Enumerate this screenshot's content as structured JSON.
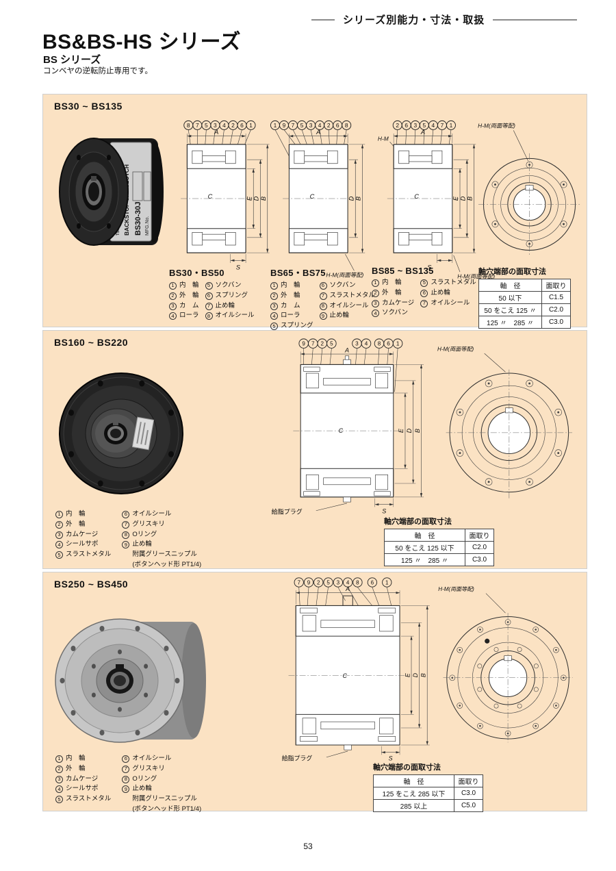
{
  "header": {
    "tab": "シリーズ別能力・寸法・取扱",
    "title": "BS&BS-HS シリーズ",
    "series": "BS シリーズ",
    "description": "コンベヤの逆転防止専用です。"
  },
  "labels": {
    "dim_a": "A",
    "dim_b": "B",
    "dim_c": "C",
    "dim_d": "D",
    "dim_e": "E",
    "dim_s": "S",
    "hm": "H-M",
    "hm_full": "H-M(両面等配)",
    "grease_plug": "給脂プラグ",
    "table_title": "軸穴端部の面取寸法",
    "table_col_shaft": "軸　径",
    "table_col_chamfer": "面取り"
  },
  "photo1": {
    "brand": "TSUBAKI",
    "product": "BACKSTOP CAMCLUTCH",
    "model": "BS30-30J",
    "mfg": "MFG.No.",
    "origin": "JAPAN"
  },
  "sections": [
    {
      "heading": "BS30 ~ BS135",
      "callouts1": [
        "8",
        "7",
        "5",
        "3",
        "4",
        "2",
        "6",
        "1"
      ],
      "callouts2": [
        "1",
        "9",
        "7",
        "5",
        "3",
        "4",
        "2",
        "6",
        "8"
      ],
      "callouts3": [
        "2",
        "6",
        "3",
        "5",
        "4",
        "7",
        "1"
      ],
      "groups": [
        {
          "title": "BS30・BS50",
          "col1": [
            {
              "n": "1",
              "t": "内　輪"
            },
            {
              "n": "2",
              "t": "外　輪"
            },
            {
              "n": "3",
              "t": "カ　ム"
            },
            {
              "n": "4",
              "t": "ローラ"
            }
          ],
          "col2": [
            {
              "n": "5",
              "t": "ソクバン"
            },
            {
              "n": "6",
              "t": "スプリング"
            },
            {
              "n": "7",
              "t": "止め輪"
            },
            {
              "n": "8",
              "t": "オイルシール"
            }
          ]
        },
        {
          "title": "BS65・BS75",
          "col1": [
            {
              "n": "1",
              "t": "内　輪"
            },
            {
              "n": "2",
              "t": "外　輪"
            },
            {
              "n": "3",
              "t": "カ　ム"
            },
            {
              "n": "4",
              "t": "ローラ"
            },
            {
              "n": "5",
              "t": "スプリング"
            }
          ],
          "col2": [
            {
              "n": "6",
              "t": "ソクバン"
            },
            {
              "n": "7",
              "t": "スラストメタル"
            },
            {
              "n": "8",
              "t": "オイルシール"
            },
            {
              "n": "9",
              "t": "止め輪"
            }
          ]
        },
        {
          "title": "BS85 ~ BS135",
          "col1": [
            {
              "n": "1",
              "t": "内　輪"
            },
            {
              "n": "2",
              "t": "外　輪"
            },
            {
              "n": "3",
              "t": "カムケージ"
            },
            {
              "n": "4",
              "t": "ソクバン"
            }
          ],
          "col2": [
            {
              "n": "5",
              "t": "スラストメタル"
            },
            {
              "n": "6",
              "t": "止め輪"
            },
            {
              "n": "7",
              "t": "オイルシール"
            }
          ]
        }
      ],
      "table": [
        [
          "50 以下",
          "C1.5"
        ],
        [
          "50 をこえ 125 〃",
          "C2.0"
        ],
        [
          "125 〃　285 〃",
          "C3.0"
        ]
      ]
    },
    {
      "heading": "BS160 ~ BS220",
      "callouts_left": [
        "9",
        "7",
        "2",
        "5"
      ],
      "callouts_right": [
        "3",
        "4",
        "8",
        "6",
        "1"
      ],
      "parts_col1": [
        {
          "n": "1",
          "t": "内　輪"
        },
        {
          "n": "2",
          "t": "外　輪"
        },
        {
          "n": "3",
          "t": "カムケージ"
        },
        {
          "n": "4",
          "t": "シールサポ"
        },
        {
          "n": "5",
          "t": "スラストメタル"
        }
      ],
      "parts_col2": [
        {
          "n": "6",
          "t": "オイルシール"
        },
        {
          "n": "7",
          "t": "グリスキリ"
        },
        {
          "n": "8",
          "t": "Oリング"
        },
        {
          "n": "9",
          "t": "止め輪"
        }
      ],
      "parts_extra1": "附属グリースニップル",
      "parts_extra2": "(ボタンヘッド形 PT1/4)",
      "table": [
        [
          "50 をこえ 125 以下",
          "C2.0"
        ],
        [
          "125 〃　285 〃",
          "C3.0"
        ]
      ]
    },
    {
      "heading": "BS250 ~ BS450",
      "callouts": [
        "7",
        "9",
        "2",
        "5",
        "3",
        "4",
        "8",
        "6",
        "1"
      ],
      "parts_col1": [
        {
          "n": "1",
          "t": "内　輪"
        },
        {
          "n": "2",
          "t": "外　輪"
        },
        {
          "n": "3",
          "t": "カムケージ"
        },
        {
          "n": "4",
          "t": "シールサポ"
        },
        {
          "n": "5",
          "t": "スラストメタル"
        }
      ],
      "parts_col2": [
        {
          "n": "6",
          "t": "オイルシール"
        },
        {
          "n": "7",
          "t": "グリスキリ"
        },
        {
          "n": "8",
          "t": "Oリング"
        },
        {
          "n": "9",
          "t": "止め輪"
        }
      ],
      "parts_extra1": "附属グリースニップル",
      "parts_extra2": "(ボタンヘッド形 PT1/4)",
      "table": [
        [
          "125 をこえ 285 以下",
          "C3.0"
        ],
        [
          "285 以上",
          "C5.0"
        ]
      ]
    }
  ],
  "footer": {
    "page_number": "53"
  },
  "colors": {
    "panel_bg": "#fbe2c3",
    "rule_gray": "#8a8a8a"
  }
}
